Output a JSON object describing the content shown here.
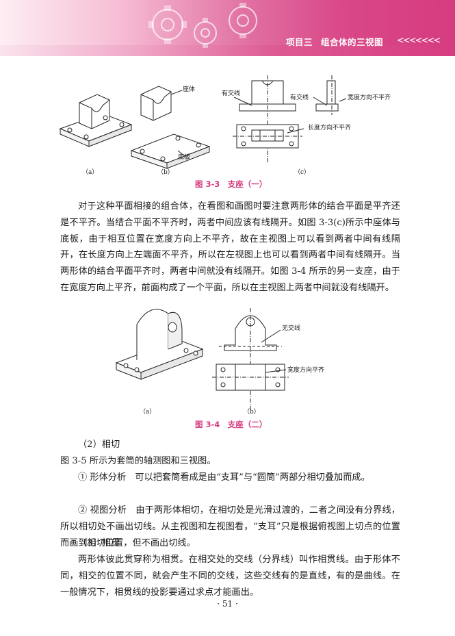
{
  "header": {
    "project_label": "项目三",
    "chapter_title": "组合体的三视图",
    "chevrons": "<<<<<<<",
    "accent_color": "#d63b7f"
  },
  "figure_3_3": {
    "label_a": "（a）",
    "label_b": "（b）",
    "label_c": "（c）",
    "callout_seat": "座体",
    "callout_base": "底板",
    "callout_has_line_1": "有交线",
    "callout_has_line_2": "有交线",
    "callout_width": "宽度方向不平齐",
    "callout_length": "长度方向不平齐",
    "caption": "图 3-3　支座（一）"
  },
  "paragraph_1": "对于这种平面相接的组合体，在看图和画图时要注意两形体的结合平面是平齐还是不平齐。当结合平面不平齐时，两者中间应该有线隔开。如图 3-3(c)所示中座体与底板，由于相互位置在宽度方向上不平齐，故在主视图上可以看到两者中间有线隔开，在长度方向上左端面不平齐，所以在左视图上也可以看到两者中间有线隔开。当两形体的结合平面平齐时，两者中间就没有线隔开。如图 3-4 所示的另一支座，由于在宽度方向上平齐，前面构成了一个平面，所以在主视图上两者中间就没有线隔开。",
  "figure_3_4": {
    "label_a": "（a）",
    "label_b": "（b）",
    "callout_no_line": "无交线",
    "callout_width_flush": "宽度方向平齐",
    "caption": "图 3-4　支座（二）"
  },
  "section_tangent": {
    "heading": "（2）相切",
    "intro": "图 3-5 所示为套筒的轴测图和三视图。",
    "item_1": "① 形体分析　可以把套筒看成是由“支耳”与“圆筒”两部分相切叠加而成。",
    "item_2": "② 视图分析　由于两形体相切，在相切处是光滑过渡的，二者之间没有分界线，所以相切处不画出切线。从主视图和左视图看，“支耳”只是根据俯视图上切点的位置而画到相切位置，但不画出切线。"
  },
  "section_intersect": {
    "heading": "（3）相贯",
    "body": "两形体彼此贯穿称为相贯。在相交处的交线（分界线）叫作相贯线。由于形体不同，相交的位置不同，就会产生不同的交线，这些交线有的是直线，有的是曲线。在一般情况下，相贯线的投影要通过求点才能画出。"
  },
  "page_number": "· 51 ·"
}
